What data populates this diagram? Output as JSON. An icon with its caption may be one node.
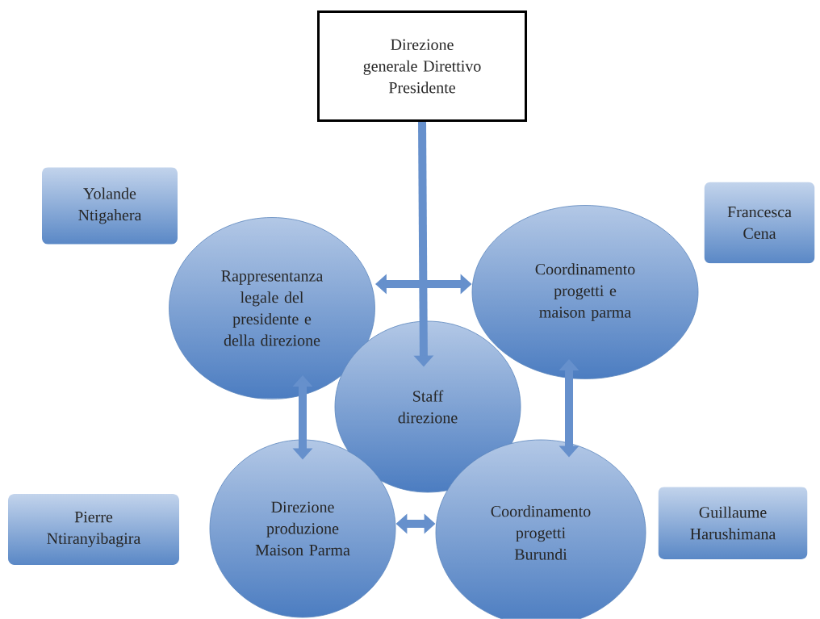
{
  "diagram": {
    "nodes": [
      {
        "text": [
          "Direzione generale Direttivo Presidente"
        ]
      },
      {
        "text": [
          "Yolande Ntigahera"
        ]
      },
      {
        "text": [
          "Francesca Cena"
        ]
      },
      {
        "text": [
          "Rappresentanza legale del presidente e della direzione"
        ]
      },
      {
        "text": [
          "Coordinamento progetti e maison parma"
        ]
      },
      {
        "text": [
          "Staff direzione"
        ]
      },
      {
        "text": [
          "Direzione produzione Maison Parma"
        ]
      },
      {
        "text": [
          "Coordinamento progetti Burundi"
        ]
      },
      {
        "text": [
          "Pierre Ntiranyibagira"
        ]
      },
      {
        "text": [
          "Guillaume Harushimana"
        ]
      }
    ],
    "edges": [
      {
        "from": 0,
        "to": 5,
        "arrow": "to"
      },
      {
        "from": 3,
        "to": 4,
        "arrow": "both"
      },
      {
        "from": 3,
        "to": 6,
        "arrow": "both"
      },
      {
        "from": 4,
        "to": 7,
        "arrow": "both"
      },
      {
        "from": 6,
        "to": 7,
        "arrow": "both"
      }
    ]
  }
}
